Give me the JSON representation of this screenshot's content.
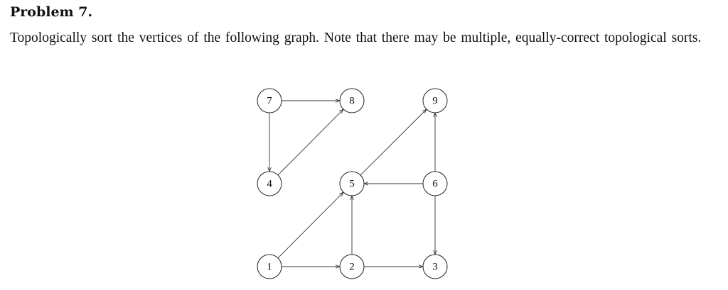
{
  "problem": {
    "title": "Problem 7.",
    "text": "Topologically sort the vertices of the following graph. Note that there may be multiple, equally-correct topological sorts."
  },
  "graph": {
    "nodes": [
      {
        "id": "7",
        "label": "7"
      },
      {
        "id": "8",
        "label": "8"
      },
      {
        "id": "9",
        "label": "9"
      },
      {
        "id": "4",
        "label": "4"
      },
      {
        "id": "5",
        "label": "5"
      },
      {
        "id": "6",
        "label": "6"
      },
      {
        "id": "1",
        "label": "1"
      },
      {
        "id": "2",
        "label": "2"
      },
      {
        "id": "3",
        "label": "3"
      }
    ],
    "edges": [
      {
        "from": "7",
        "to": "8"
      },
      {
        "from": "7",
        "to": "4"
      },
      {
        "from": "4",
        "to": "8"
      },
      {
        "from": "5",
        "to": "9"
      },
      {
        "from": "6",
        "to": "9"
      },
      {
        "from": "6",
        "to": "5"
      },
      {
        "from": "6",
        "to": "3"
      },
      {
        "from": "1",
        "to": "5"
      },
      {
        "from": "1",
        "to": "2"
      },
      {
        "from": "2",
        "to": "5"
      },
      {
        "from": "2",
        "to": "3"
      }
    ]
  }
}
